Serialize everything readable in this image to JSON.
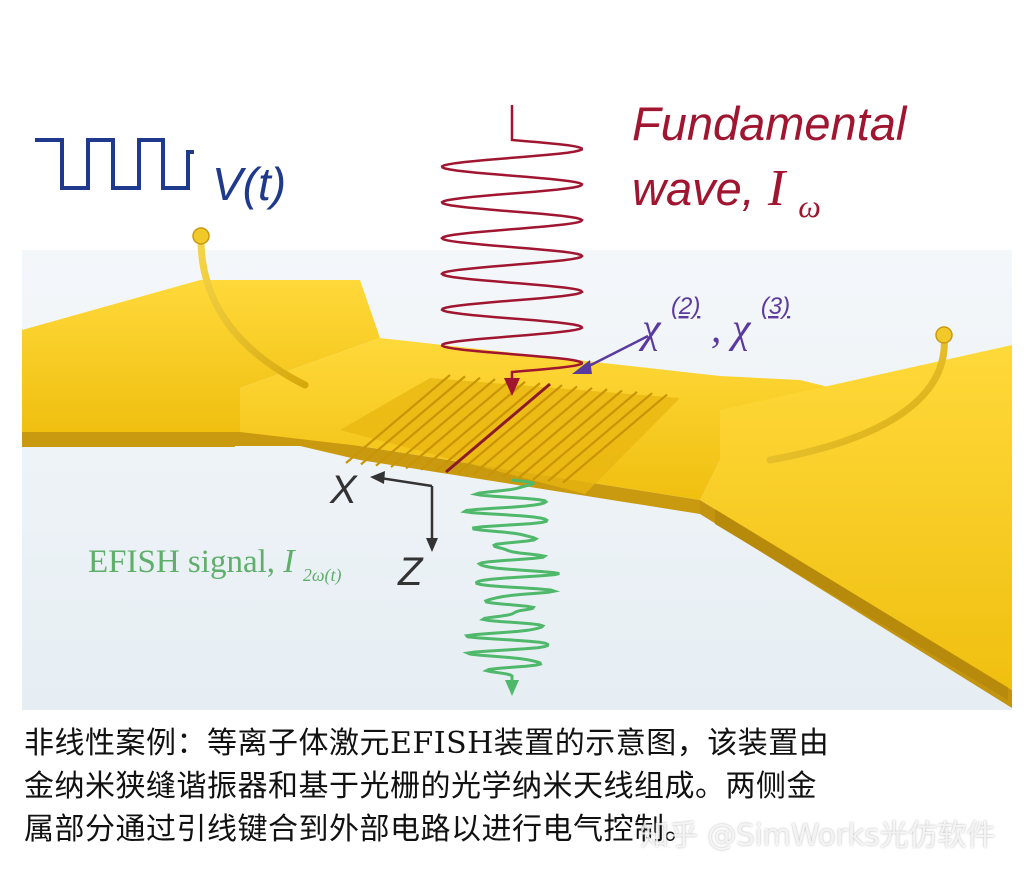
{
  "labels": {
    "voltage": "V(t)",
    "fundamental_line1": "Fundamental",
    "fundamental_line2": "wave, ",
    "fundamental_symbol": "I",
    "fundamental_subscript": "ω",
    "chi": "χ",
    "chi2_sup": "(2)",
    "chi_sep": ", ",
    "chi3_sup": "(3)",
    "axis_x": "X",
    "axis_z": "Z",
    "efish": "EFISH signal, ",
    "efish_symbol": "I",
    "efish_subscript": "2ω(t)"
  },
  "caption": {
    "line1": "非线性案例：等离子体激元EFISH装置的示意图，该装置由",
    "line2": "金纳米狭缝谐振器和基于光栅的光学纳米天线组成。两侧金",
    "line3": "属部分通过引线键合到外部电路以进行电气控制。"
  },
  "watermark": "知乎 @SimWorks光仿软件",
  "colors": {
    "gold": "#f5c518",
    "gold_side": "#c99a10",
    "fundamental": "#a01530",
    "voltage": "#1f3a8c",
    "chi": "#5b3aa0",
    "efish": "#5fae6a",
    "axis": "#333333"
  }
}
